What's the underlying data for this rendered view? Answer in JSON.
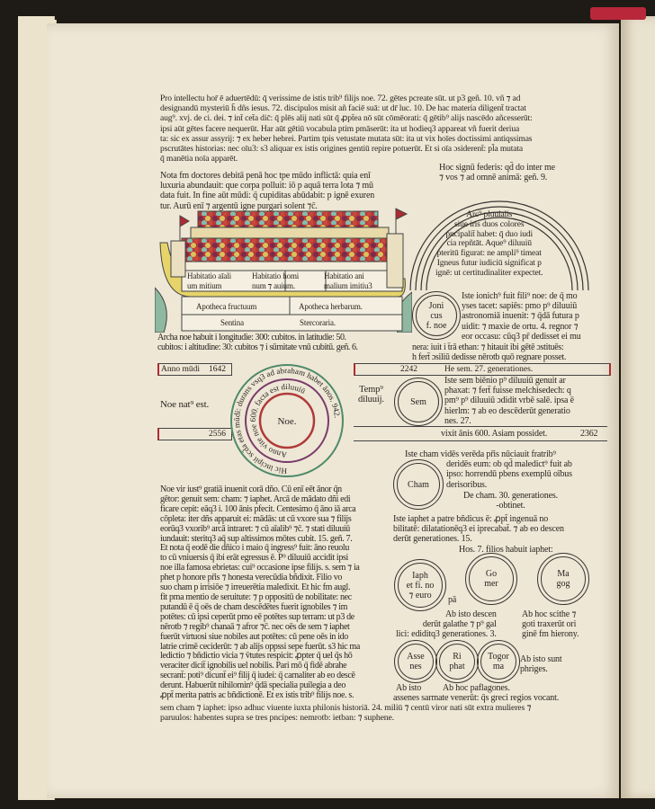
{
  "colors": {
    "rubric": "#b02a30",
    "paper": "#eee7d6",
    "ink": "#2b2420",
    "ark_hull": "#e6d46a"
  },
  "top_paragraph": "Pro intellectu hor̄ ē aduertēdū: q̄ verissime de istis trib⁹ filijs noe. 72. gētes pcreate sūt. ut p3 geñ. 10. vñ ⁊ ad\ndesignandū mysteriū h̄ dñs iesus. 72. discipulos misit añ faciē suā: ut dr̄ luc. 10. De hac materia diligent̄ tractat\naug⁹. xvj. de ci. dei. ⁊ int̄ cet̄a dic̄: q̄ plēs alij nati sūt q̄ ꝓpt̄ea nō sūt cōmēorati: q̄ gētib⁹ alijs nascēdo añcesserūt:\nipsi aūt gētes facere nequerūt. Har aūt gētiū vocabula ptim pmāserūt: ita ut hodieq3 appareat vñ fuerit deriua\nta: sic ex assur assyrij: ⁊ ex heber hebrei. Partim tpis vetustate mutata sūt: ita ut vix hoīes doctissimi antiqssimas\npscrutātes historias: nec oīu3: s3 aliquar ex istis origines gentiū repire potuerūt. Et si oīa ɔsiderent̄: pl̄a mutata\nq̄ manētia noīa apparēt.",
  "hoc_signum": "Hoc signū federis: qd̄ do inter me\n⁊ vos ⁊ ad omnē animā: geñ. 9.",
  "nota": "Nota fm doctores debitā penā hoc tpe mūdo inflictā: quia enī\nluxuria abundauit: que corpa polluit: iō p aquā terra lota ⁊ mū\ndata fuit. In fine aūt mūdi: q̄ cupiditas abūdabit: p ignē exuren\ntur. Aurū enī ⁊ argentū igne purgari solent ⁊c̄.",
  "ark": {
    "rooms": [
      "Habitatio aīali\num mitium",
      "Habitatio homi\nnum ⁊ auium.",
      "Habitatio ani\nmalium imitiu3"
    ],
    "stores": [
      "Apotheca fructuum",
      "Apotheca herbarum."
    ],
    "bottom": [
      "Sentina",
      "Stercoraria."
    ]
  },
  "rainbow": "Arc⁹ pluuialis\nsiue iris duos colores\nṗncipalit̄ habet: q̄ duo iudi\ncia repñtāt. Aque⁹ diluuiū\nṗteritū figurat: ne ampli⁹ timeat\nIgneus futur iudiciū significat p\nignē: ut certitudinaliter expectet.",
  "jonicus": {
    "circle": "Joni\ncus\nf. noe",
    "text": "Iste ionich⁹ fuit fili⁹ noe: de q̄ mo\nyses tacet: sapiēs: pmo p⁹ diluuiū\nastronomiā inuenit: ⁊ q̄dā futura p\nuidit: ⁊ maxie de ortu. 4. regnor ⁊\neor occasu: cūq3 pr̄ dedisset ei mu",
    "text2": "nera: iuit i t̄rā ethan: ⁊ hitauit ibi gētē ɔstituēs:\nh fert̄ ɔsiliū dedisse nērotb quō regnare posset."
  },
  "archa": "Archa noe habuit i longitudie: 300: cubitos. in latitudie: 50.\ncubitos: i altitudine: 30: cubitos ⁊ i sūmitate vnū cubitū. geñ. 6.",
  "anno_mundi": {
    "label": "Anno mūdi",
    "value": "1642"
  },
  "noe_natus": "Noe nat⁹ est.",
  "year_left": "2556",
  "medallion": {
    "outer": "Hic incipit scd̄a etas mūdi: durans vsq3 ad abraham habet ānos. 942.",
    "inner": "Anno vite noe 600. facta est diluuiū",
    "center": "Noe."
  },
  "sem_bar": {
    "year": "2242",
    "label": "He sem. 27. generationes."
  },
  "temp_diluuij": "Temp⁹\ndiluuij.",
  "sem": {
    "circle": "Sem",
    "text": "Iste sem biēnio p⁹ diluuiū genuit ar\nphaxat: ⁊ fert̄ fuisse melchisedech: q\npm⁹ p⁹ diluuiū ɔdidit vrbē salē. ipsa ē\nhierlm: ⁊ ab eo descēderūt generatio\nnes. 27.",
    "vixit": "vixit ānis 600. Asiam possidet.",
    "year": "2362"
  },
  "cham": {
    "text": "Iste cham vidēs verēda pr̄is nūciauit fratrib⁹\nderidēs eum: ob qd̄ maledict⁹ fuit ab\nipso: horrendū pbens exemplū oībus\nderisoribus.",
    "circle": "Cham",
    "gen": "De cham. 30. generationes.\n-obtinet."
  },
  "iaphet": {
    "text": "Iste iaphet a patre bñdicus ē: ꝓpt̄ ingenuā no\nbilitatē: dilatationēq3 ei iprecabat̄. ⁊ ab eo descen\nderūt generationes. 15.",
    "hos": "Hos. 7. filios habuit iaphet:"
  },
  "sons": {
    "iaphet": "Iaph\net fi. no\n⁊ euro",
    "pa": "pā",
    "gomer": "Go\nmer",
    "magog": "Ma\ngog",
    "assenes": "Asse\nnes",
    "riphat": "Ri\nphat",
    "togorma": "Togor\nma"
  },
  "notes": {
    "gomer": "Ab isto descen\nderūt galathe ⁊ p⁹ gal\nlici: ediditq3 generationes. 3.",
    "magog": "Ab hoc scithe ⁊\ngoti traxerūt ori\nginē fm hierony.",
    "togorma": "Ab isto sunt\nphriges.",
    "assenes": "Ab isto",
    "riphat": "Ab hoc paflagones.",
    "assenes2": "assenes sarmate venerūt: q̄s greci regios vocant."
  },
  "noe_paragraph": "Noe vir iust⁹ gratiā inuenit corā dño. Cū enī eēt ānor q̄n\ngētor: genuit sem: cham: ⁊ iaphet. Arcā de mādato dñi edi\nficare cepit: eāq3 i. 100 ānis pfecit. Centesimo q̄ āno iā arca\ncōpleta: iter dñs apparuit ei: mādās: ut cū vxore sua ⁊ filijs\neorūq3 vxorib⁹ arcā intraret: ⁊ cū aīalib⁹ ⁊c̄. ⁊ stati diluuiū\niundauit: steritq3 aq̄ sup altissimos mōtes cubit. 15. geñ. 7.\nEt nota q̄ eodē die dñico i maio q̄ ingress⁹ fuit: āno reuolu\nto cū vniuersis q̄ ibi erāt egressus ē. P⁹ diluuiū accidit ipsi\nnoe illa famosa ebrietas: cui⁹ occasione ipse filijs. s. sem ⁊ ia\nphet p honore pr̄is ⁊ honesta verecūdia bñdixit. Filio vo\nsuo cham p irrisiōe ⁊ irreuerētia maledixit. Et hic fm augl.\nfit pma mentio de seruitute: ⁊ p oppositū de nobilitate: nec\nputandū ē q̄ oēs de cham descēdētes fuerit ignobiles ⁊ im\npotētes: cū ipsi ceperūt pmo eē potētes sup terram: ut p3 de\nnērotb ⁊ regib⁹ chanaā ⁊ afror ⁊c̄. nec oēs de sem ⁊ iaphet\nfuerūt virtuosi siue nobiles aut potētes: cū pene oēs in ido\nlatrie crimē ceciderūt: ⁊ ab alijs oppssi sepe fuerūt. s3 hic ma\nledictio ⁊ bñdictio vicia ⁊ v̄tutes respicit: ꝓpter q̄ uel q̄s hō\nveraciter dicit̄ ignobilis uel nobilis. Pari mō q̄ fidē abrahe\nsecrant̄: poti⁹ dicunt̄ ei⁹ filij q̄ iudei: q̄ carnaliter ab eo descē\nderunt. Habuerūt nihilomin⁹ q̄dā specialia puilegia a deo\nꝓpt̄ merita patris ac bñdictionē. Et ex istis trib⁹ filijs noe. s.",
  "bottom_paragraph": "sem cham ⁊ iaphet: ipso adhuc viuente iuxta philonis historiā. 24. miliū ⁊ centū viror nati sūt extra mulieres ⁊\nparuulos: habentes supra se tres pncipes: nemrotb: ietban: ⁊ suphene."
}
